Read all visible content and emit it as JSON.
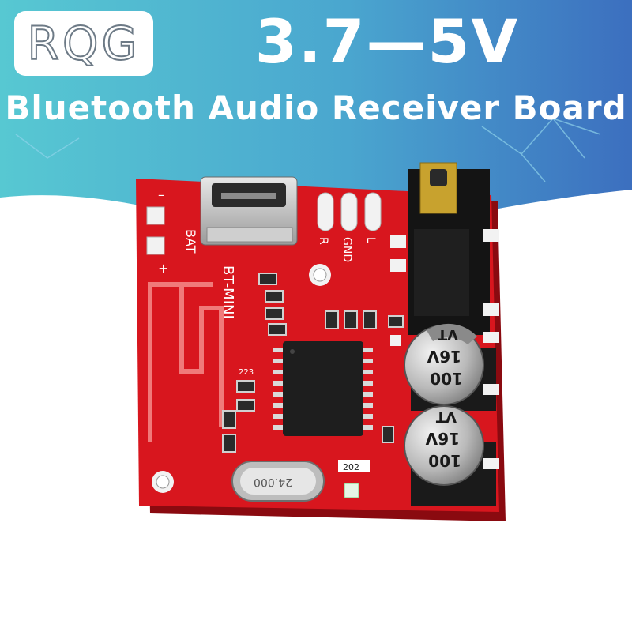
{
  "logo": {
    "text": "RQG"
  },
  "headline": {
    "voltage": "3.7—5V"
  },
  "subhead": {
    "title": "Bluetooth Audio Receiver Board"
  },
  "board": {
    "silkscreen": {
      "model": "BT-MINI",
      "bat_label": "BAT",
      "bat_minus": "–",
      "bat_plus": "+",
      "pin_r": "R",
      "pin_gnd": "GND",
      "pin_l": "L"
    },
    "capacitors": [
      {
        "top": "VT",
        "mid": "16V",
        "bottom": "100"
      },
      {
        "top": "VT",
        "mid": "16V",
        "bottom": "100"
      }
    ],
    "crystal": {
      "marking": "24.000"
    },
    "resistor_labels": [
      "223",
      "202"
    ]
  },
  "colors": {
    "banner_left": "#52c4cf",
    "banner_right": "#3f78c2",
    "pcb_red": "#d8161e",
    "pcb_dark_red": "#a80c12"
  }
}
